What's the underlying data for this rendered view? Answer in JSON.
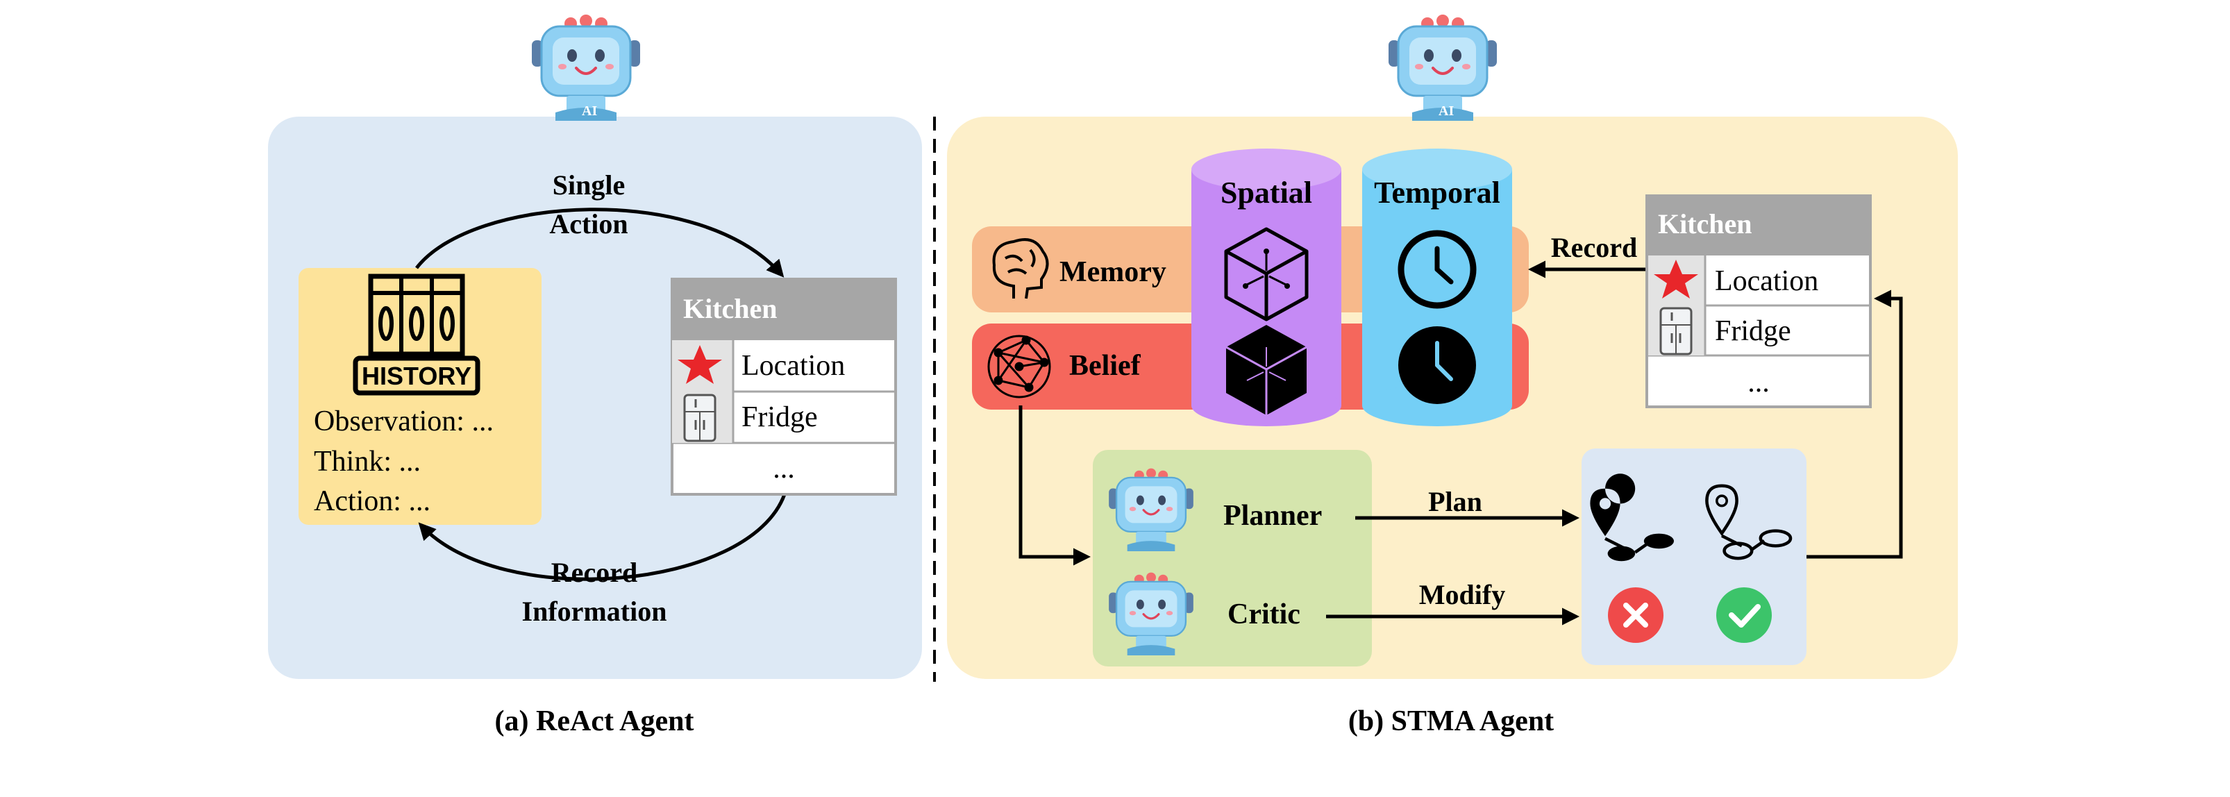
{
  "panel_a": {
    "caption": "(a) ReAct Agent",
    "history_icon_label": "HISTORY",
    "history_lines": [
      "Observation: ...",
      "Think: ...",
      "Action: ..."
    ],
    "arrow_top_label": [
      "Single",
      "Action"
    ],
    "arrow_bottom_label": [
      "Record",
      "Information"
    ],
    "table": {
      "title": "Kitchen",
      "rows": [
        "Location",
        "Fridge"
      ],
      "ellipsis": "..."
    }
  },
  "panel_b": {
    "caption": "(b) STMA Agent",
    "memory_label": "Memory",
    "belief_label": "Belief",
    "spatial_label": "Spatial",
    "temporal_label": "Temporal",
    "record_label": "Record",
    "table": {
      "title": "Kitchen",
      "rows": [
        "Location",
        "Fridge"
      ],
      "ellipsis": "..."
    },
    "planner_label": "Planner",
    "critic_label": "Critic",
    "plan_label": "Plan",
    "modify_label": "Modify",
    "robot_badge": "AI"
  },
  "colors": {
    "panel_a_bg": "#dde9f5",
    "panel_b_bg": "#fdefc9",
    "history_box": "#fde39a",
    "memory_bar": "#f7b98b",
    "belief_bar": "#f5675c",
    "spatial_cyl": "#c58af5",
    "temporal_cyl": "#74cff6",
    "agents_box": "#d5e5ad",
    "results_box": "#dce7f4",
    "table_header": "#a6a6a6",
    "robot_blue": "#7ec8f0",
    "cross_red": "#ef4a4a",
    "check_green": "#3cc46a",
    "star_red": "#e8262a"
  },
  "icons": [
    "robot-icon",
    "history-icon",
    "star-icon",
    "fridge-icon",
    "brain-icon",
    "network-icon",
    "cube-icon",
    "clock-icon",
    "location-route-icon",
    "cross-icon",
    "check-icon"
  ]
}
